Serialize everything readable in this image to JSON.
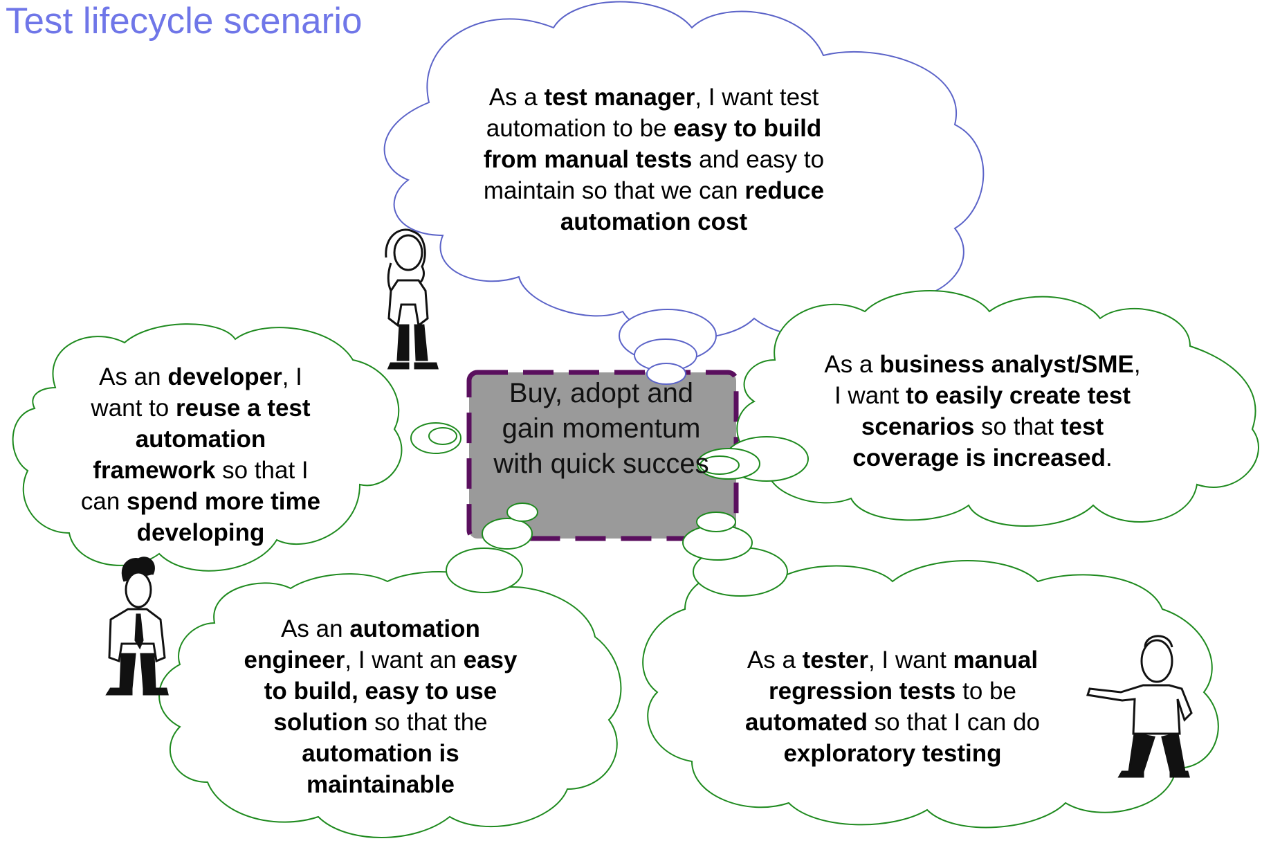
{
  "title": "Test lifecycle scenario",
  "center_goal": {
    "lines": [
      "Buy, adopt and",
      "gain momentum",
      "with quick succes"
    ]
  },
  "personas": {
    "test_manager": [
      [
        "As a ",
        "test manager",
        ", I want test"
      ],
      [
        "automation to be ",
        "easy to build"
      ],
      [
        "",
        "from manual tests",
        " and easy to"
      ],
      [
        "maintain so that we can ",
        "reduce"
      ],
      [
        "",
        "automation cost",
        ""
      ]
    ],
    "business_analyst": [
      [
        "As a ",
        "business analyst/SME",
        ","
      ],
      [
        "I want ",
        "to easily create test"
      ],
      [
        "",
        "scenarios",
        " so that ",
        "test"
      ],
      [
        "",
        "coverage is increased",
        "."
      ]
    ],
    "developer": [
      [
        "As an ",
        "developer",
        ", I"
      ],
      [
        "want to ",
        "reuse a test"
      ],
      [
        "",
        "automation"
      ],
      [
        "",
        "framework",
        " so that I"
      ],
      [
        "can ",
        "spend more time"
      ],
      [
        "",
        "developing"
      ]
    ],
    "automation_engineer": [
      [
        "As an ",
        "automation"
      ],
      [
        "",
        "engineer",
        ", I want an ",
        "easy"
      ],
      [
        "",
        "to build, easy to use"
      ],
      [
        "",
        "solution",
        " so that the"
      ],
      [
        "",
        "automation is"
      ],
      [
        "",
        "maintainable"
      ]
    ],
    "tester": [
      [
        "As a ",
        "tester",
        ", I want ",
        "manual"
      ],
      [
        "",
        "regression tests",
        " to be"
      ],
      [
        "",
        "automated",
        " so that I can do"
      ],
      [
        "",
        "exploratory testing"
      ]
    ]
  },
  "colors": {
    "title": "#6f76e8",
    "manager_cloud": "#5b63c8",
    "green_cloud": "#1e8a1e",
    "center_fill": "#9a9a9a",
    "center_border": "#5a0f5e"
  },
  "icons": [
    "woman-figure-icon",
    "curly-man-figure-icon",
    "man-figure-icon"
  ]
}
